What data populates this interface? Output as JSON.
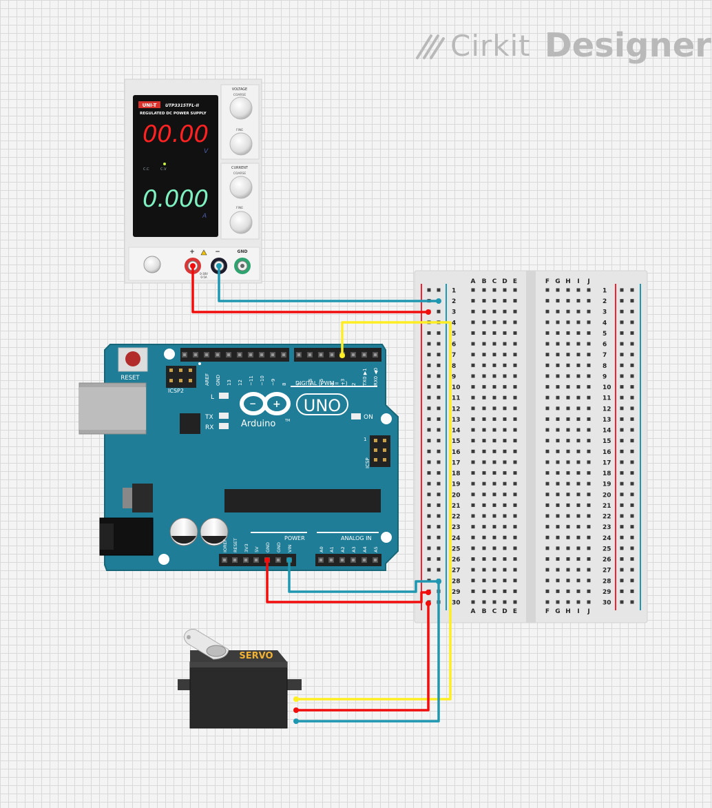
{
  "brand": {
    "name": "Cirkit",
    "product": "Designer"
  },
  "power_supply": {
    "brand": "UNI-T",
    "model": "UTP3315TFL-II",
    "subtitle": "REGULATED DC POWER SUPPLY",
    "voltage_reading": "00.00",
    "voltage_unit": "V",
    "current_reading": "0.000",
    "current_unit": "A",
    "cc_label": "C.C",
    "cv_label": "C.V",
    "voltage_label": "VOLTAGE",
    "current_label": "CURRENT",
    "coarse_label": "COARSE",
    "fine_label": "FINE",
    "plus_label": "+",
    "minus_label": "−",
    "gnd_label": "GND",
    "spec_line1": "0-30V",
    "spec_line2": "0-5A"
  },
  "arduino": {
    "reset_label": "RESET",
    "icsp2_label": "ICSP2",
    "icsp_label": "ICSP",
    "icsp_pin1": "1",
    "digital_label": "DIGITAL (PWM= ~)",
    "l_label": "L",
    "tx_label": "TX",
    "rx_label": "RX",
    "on_label": "ON",
    "brand_label": "Arduino",
    "tm_label": "TM",
    "uno_label": "UNO",
    "power_label": "POWER",
    "analog_label": "ANALOG IN",
    "top_pins": [
      "AREF",
      "GND",
      "13",
      "12",
      "~11",
      "~10",
      "~9",
      "8"
    ],
    "top_pins2": [
      "7",
      "~6",
      "~5",
      "4",
      "~3",
      "2",
      "TX0 ▶1",
      "RX0 ◀0"
    ],
    "power_pins": [
      "IOREF",
      "RESET",
      "3V3",
      "5V",
      "GND",
      "GND",
      "VIN"
    ],
    "analog_pins": [
      "A0",
      "A1",
      "A2",
      "A3",
      "A4",
      "A5"
    ]
  },
  "breadboard": {
    "cols_left": [
      "A",
      "B",
      "C",
      "D",
      "E"
    ],
    "cols_right": [
      "F",
      "G",
      "H",
      "I",
      "J"
    ],
    "rows": 30
  },
  "servo": {
    "label": "SERVO"
  },
  "wire_colors": {
    "red": "#f20d0d",
    "blue": "#1f97b0",
    "yellow": "#ffee22"
  }
}
